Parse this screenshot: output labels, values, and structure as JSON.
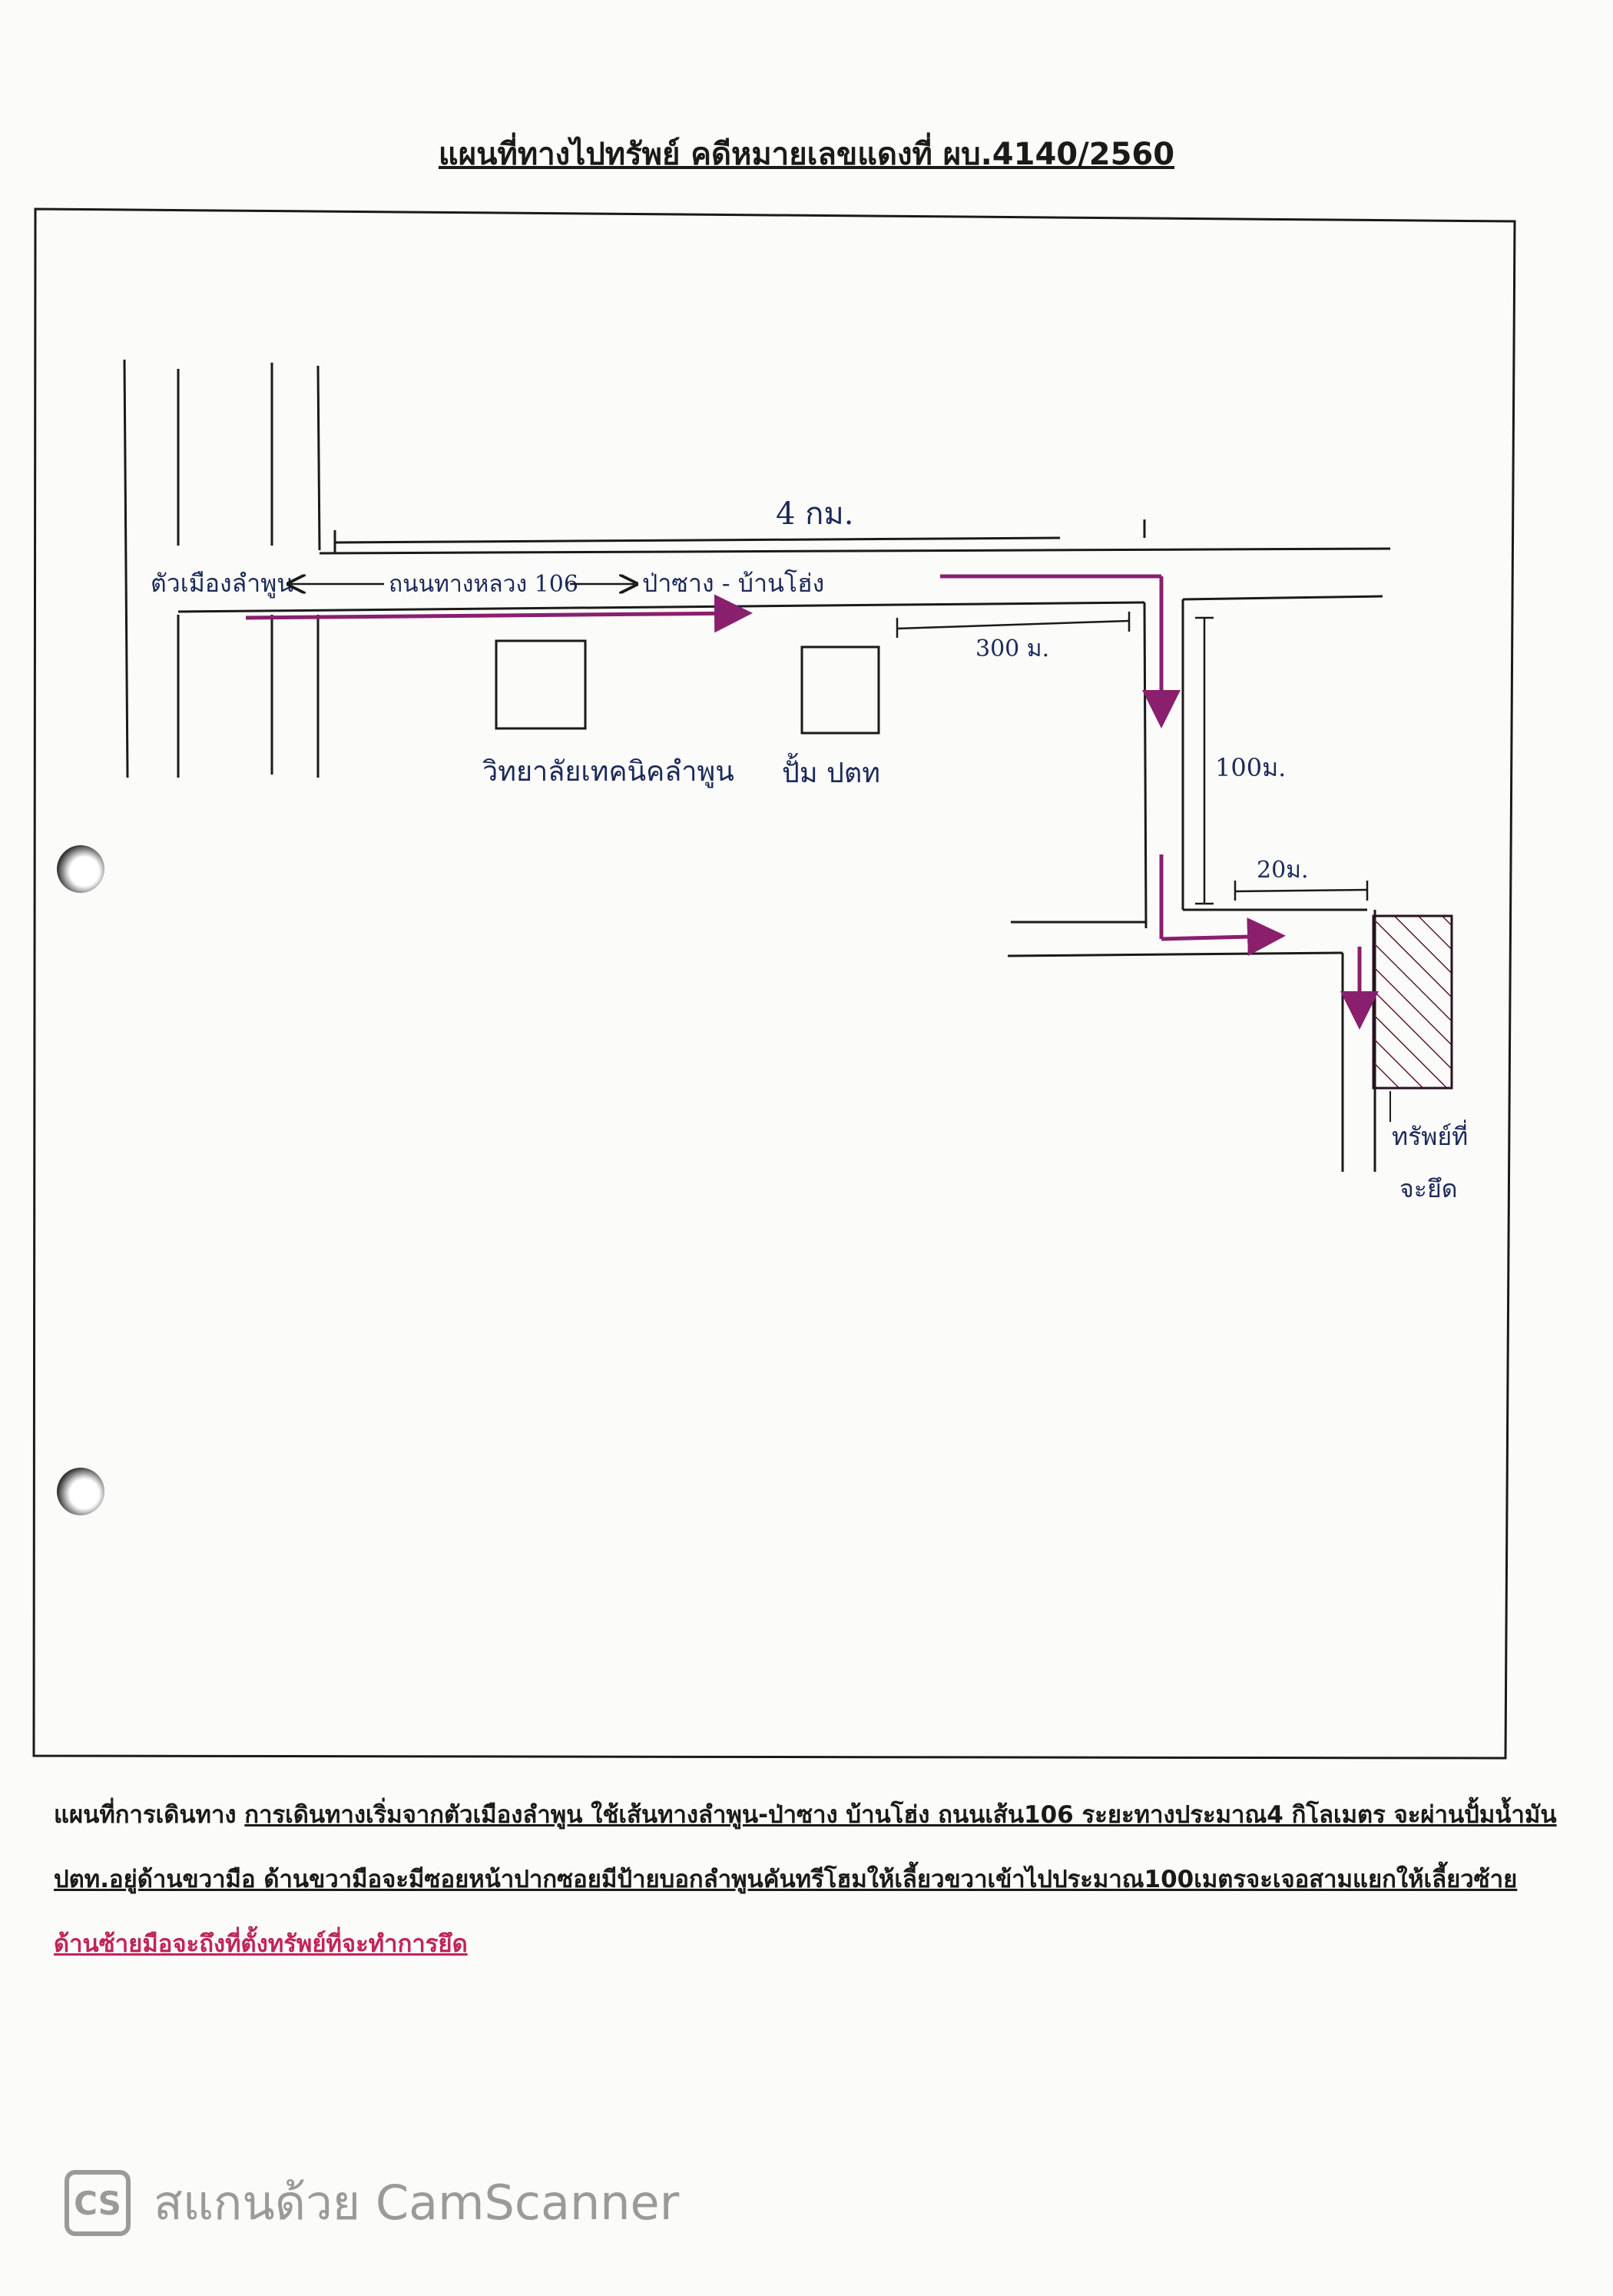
{
  "title": "แผนที่ทางไปทรัพย์  คดีหมายเลขแดงที่ ผบ.4140/2560",
  "map": {
    "origin_label": "ตัวเมืองลำพูน",
    "road_label": "ถนนทางหลวง 106",
    "destination_label": "ป่าซาง - บ้านโฮ่ง",
    "distance_main": "4 กม.",
    "distance_300": "300 ม.",
    "distance_100": "100ม.",
    "distance_20": "20ม.",
    "landmark_college": "วิทยาลัยเทคนิคลำพูน",
    "landmark_gas_station": "ปั้ม ปตท",
    "property_label_line1": "ทรัพย์ที่",
    "property_label_line2": "จะยึด",
    "route_color": "#8a1f6e"
  },
  "description": {
    "prefix": "แผนที่การเดินทาง ",
    "body": "การเดินทางเริ่มจากตัวเมืองลำพูน ใช้เส้นทางลำพูน-ป่าซาง บ้านโฮ่ง ถนนเส้น106 ระยะทางประมาณ4 กิโลเมตร จะผ่านปั้มน้ำมัน ปตท.อยู่ด้านขวามือ ด้านขวามือจะมีซอยหน้าปากซอยมีป้ายบอกลำพูนคันทรีโฮมให้เลี้ยวขวาเข้าไปประมาณ100เมตรจะเจอสามแยกให้เลี้ยวซ้าย",
    "highlight": "ด้านซ้ายมือจะถึงที่ตั้งทรัพย์ที่จะทำการยึด"
  },
  "watermark": {
    "logo": "CS",
    "text": "สแกนด้วย CamScanner"
  }
}
